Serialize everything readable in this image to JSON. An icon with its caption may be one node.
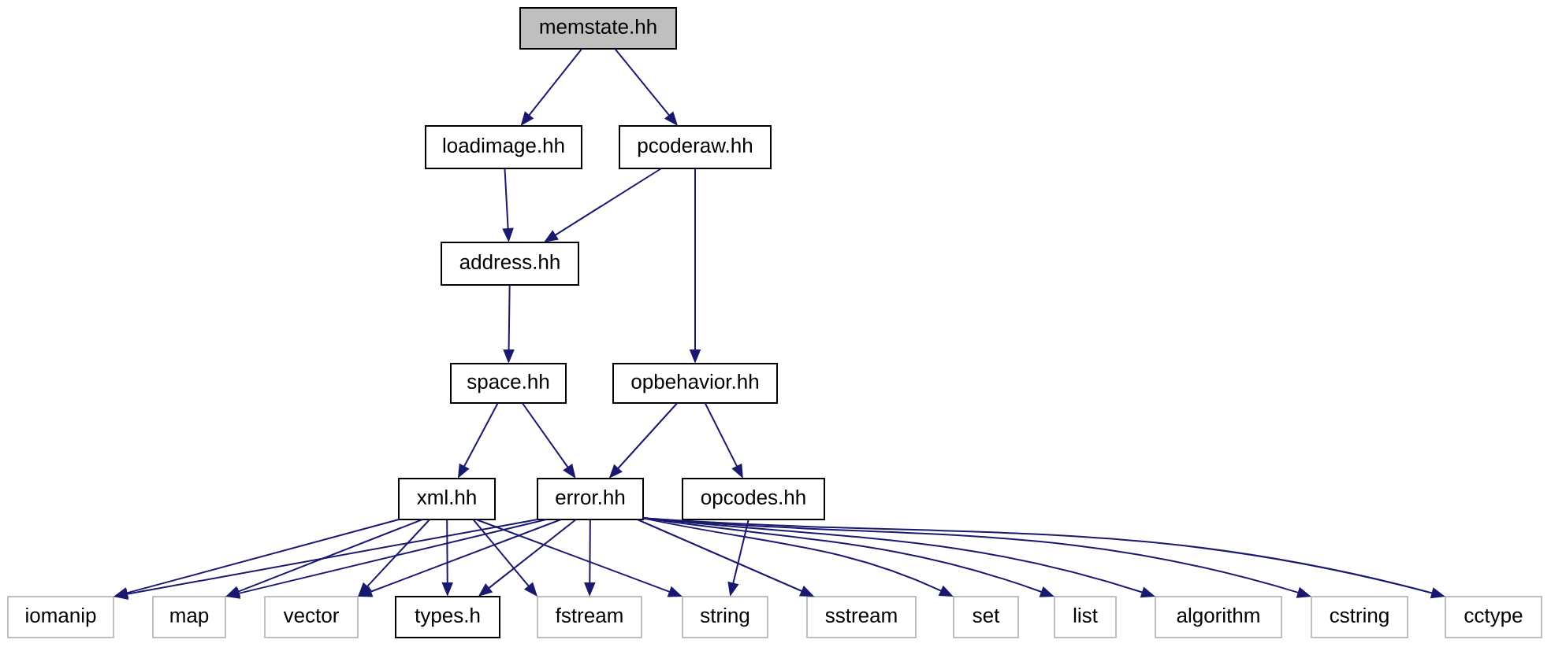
{
  "diagram": {
    "nodes": [
      {
        "text": [
          "memstate.hh"
        ]
      },
      {
        "text": [
          "loadimage.hh"
        ]
      },
      {
        "text": [
          "pcoderaw.hh"
        ]
      },
      {
        "text": [
          "address.hh"
        ]
      },
      {
        "text": [
          "space.hh"
        ]
      },
      {
        "text": [
          "opbehavior.hh"
        ]
      },
      {
        "text": [
          "xml.hh"
        ]
      },
      {
        "text": [
          "error.hh"
        ]
      },
      {
        "text": [
          "opcodes.hh"
        ]
      },
      {
        "text": [
          "iomanip"
        ]
      },
      {
        "text": [
          "map"
        ]
      },
      {
        "text": [
          "vector"
        ]
      },
      {
        "text": [
          "types.h"
        ]
      },
      {
        "text": [
          "fstream"
        ]
      },
      {
        "text": [
          "string"
        ]
      },
      {
        "text": [
          "sstream"
        ]
      },
      {
        "text": [
          "set"
        ]
      },
      {
        "text": [
          "list"
        ]
      },
      {
        "text": [
          "algorithm"
        ]
      },
      {
        "text": [
          "cstring"
        ]
      },
      {
        "text": [
          "cctype"
        ]
      }
    ],
    "edges": [
      {
        "from": 0,
        "to": 1,
        "arrow": "to"
      },
      {
        "from": 0,
        "to": 2,
        "arrow": "to"
      },
      {
        "from": 1,
        "to": 3,
        "arrow": "to"
      },
      {
        "from": 2,
        "to": 3,
        "arrow": "to"
      },
      {
        "from": 2,
        "to": 5,
        "arrow": "to"
      },
      {
        "from": 3,
        "to": 4,
        "arrow": "to"
      },
      {
        "from": 4,
        "to": 6,
        "arrow": "to"
      },
      {
        "from": 4,
        "to": 7,
        "arrow": "to"
      },
      {
        "from": 5,
        "to": 7,
        "arrow": "to"
      },
      {
        "from": 5,
        "to": 8,
        "arrow": "to"
      },
      {
        "from": 6,
        "to": 9,
        "arrow": "to"
      },
      {
        "from": 6,
        "to": 10,
        "arrow": "to"
      },
      {
        "from": 6,
        "to": 11,
        "arrow": "to"
      },
      {
        "from": 6,
        "to": 12,
        "arrow": "to"
      },
      {
        "from": 6,
        "to": 13,
        "arrow": "to"
      },
      {
        "from": 6,
        "to": 14,
        "arrow": "to"
      },
      {
        "from": 7,
        "to": 9,
        "arrow": "to"
      },
      {
        "from": 7,
        "to": 10,
        "arrow": "to"
      },
      {
        "from": 7,
        "to": 11,
        "arrow": "to"
      },
      {
        "from": 7,
        "to": 12,
        "arrow": "to"
      },
      {
        "from": 7,
        "to": 13,
        "arrow": "to"
      },
      {
        "from": 7,
        "to": 15,
        "arrow": "to"
      },
      {
        "from": 7,
        "to": 16,
        "arrow": "to"
      },
      {
        "from": 7,
        "to": 17,
        "arrow": "to"
      },
      {
        "from": 7,
        "to": 18,
        "arrow": "to"
      },
      {
        "from": 7,
        "to": 19,
        "arrow": "to"
      },
      {
        "from": 7,
        "to": 20,
        "arrow": "to"
      },
      {
        "from": 8,
        "to": 14,
        "arrow": "to"
      }
    ]
  }
}
